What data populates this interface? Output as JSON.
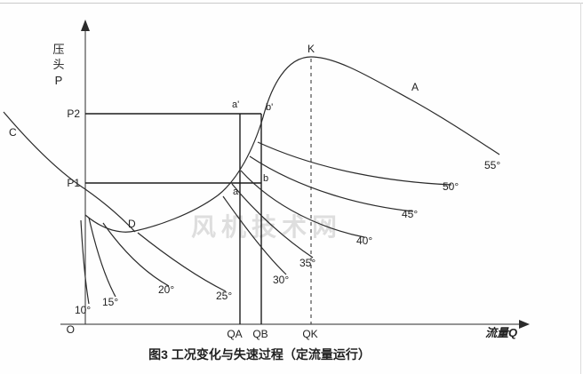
{
  "figure": {
    "caption": "图3  工况变化与失速过程（定流量运行）",
    "watermark": "风机技术网"
  },
  "axes": {
    "y_label_1": "压",
    "y_label_2": "头",
    "y_label_3": "P",
    "x_label": "流量Q",
    "origin": "O"
  },
  "ticks": {
    "p2": "P2",
    "p1": "P1",
    "qa": "QA",
    "qb": "QB",
    "qk": "QK"
  },
  "points": {
    "c": "C",
    "d": "D",
    "k": "K",
    "a_curve": "A",
    "a_prime": "a'",
    "b_prime": "b'",
    "a": "a",
    "b": "b"
  },
  "angles": [
    "10°",
    "15°",
    "20°",
    "25°",
    "30°",
    "35°",
    "40°",
    "45°",
    "50°",
    "55°"
  ]
}
